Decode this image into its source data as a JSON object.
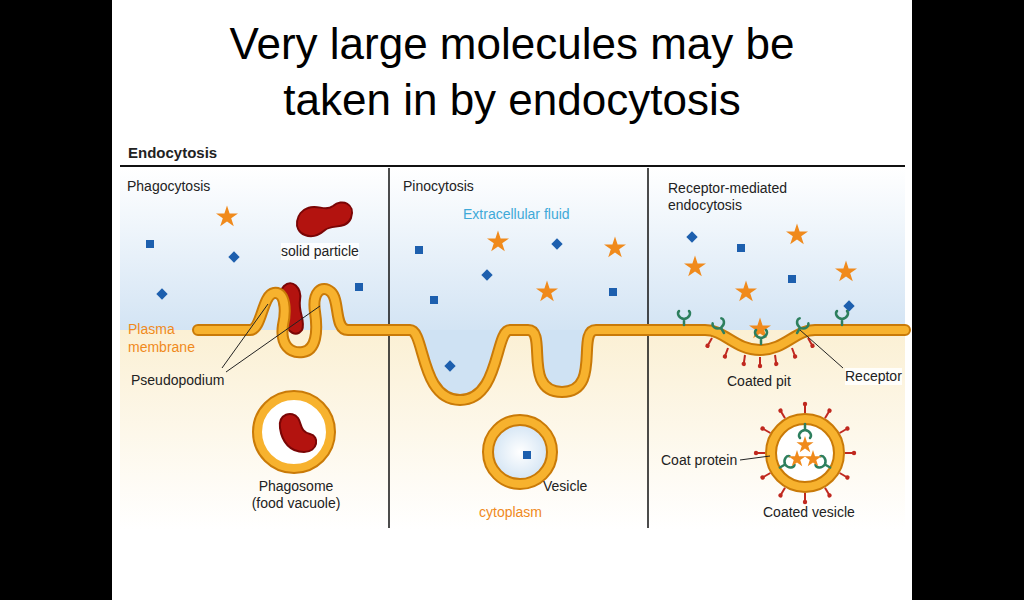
{
  "diagram": {
    "title": "Very large molecules may be taken in by endocytosis",
    "labels": [
      "Endocytosis",
      "Phagocytosis",
      "Pinocytosis",
      "Receptor-mediated endocytosis",
      "solid particle",
      "Extracellular fluid",
      "Plasma membrane",
      "Pseudopodium",
      "Phagosome (food vacuole)",
      "Vesicle",
      "cytoplasm",
      "Coated pit",
      "Receptor",
      "Coat protein",
      "Coated vesicle"
    ]
  }
}
